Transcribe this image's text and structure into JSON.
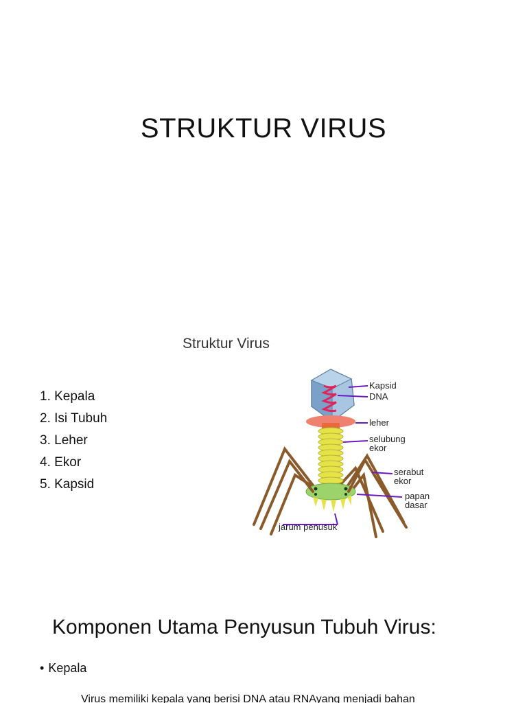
{
  "slide1": {
    "title": "STRUKTUR VIRUS"
  },
  "slide2": {
    "title": "Struktur Virus",
    "list": [
      "1. Kepala",
      "2. Isi Tubuh",
      "3. Leher",
      "4. Ekor",
      "5. Kapsid"
    ],
    "diagram_labels": {
      "kapsid": "Kapsid",
      "dna": "DNA",
      "leher": "leher",
      "selubung_1": "selubung",
      "selubung_2": "ekor",
      "serabut_1": "serabut",
      "serabut_2": "ekor",
      "papan_1": "papan",
      "papan_2": "dasar",
      "jarum": "jarum penusuk"
    }
  },
  "slide3": {
    "heading": "Komponen Utama Penyusun Tubuh Virus:",
    "bullet": "Kepala",
    "bullet_marker": "•",
    "text": "Virus memiliki kepala yang berisi DNA atau RNAyang menjadi bahan"
  },
  "colors": {
    "capsid": "#8fb6d8",
    "dna": "#e0245e",
    "collar": "#f08070",
    "tail": "#e6e24a",
    "baseplate": "#9cd36a",
    "fibers": "#8b5a2b",
    "pointer": "#6a1bc0"
  }
}
